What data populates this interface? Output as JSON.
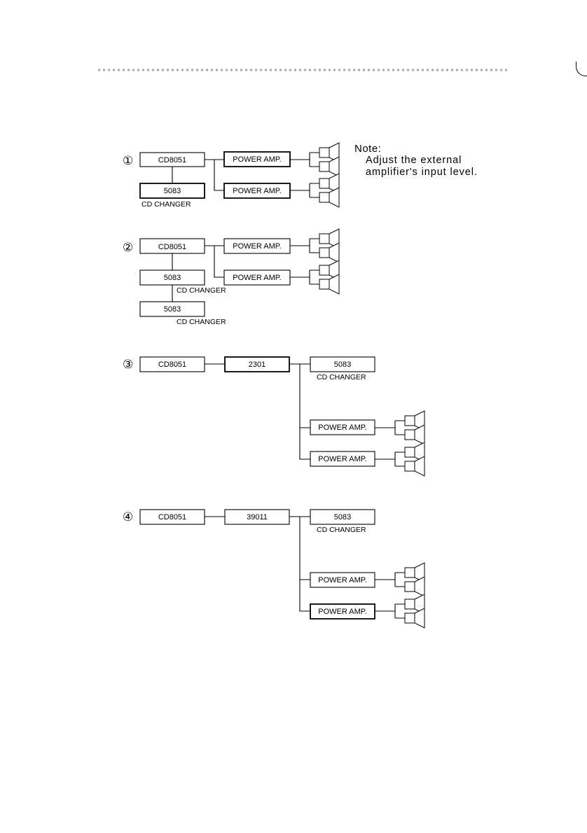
{
  "note": {
    "title": "Note:",
    "line1": "Adjust the external",
    "line2": "amplifier's input level."
  },
  "diagrams": [
    {
      "number": "①",
      "head_unit": "CD8051",
      "changers": [
        {
          "label": "5083",
          "caption": "CD CHANGER"
        }
      ],
      "amps": [
        "POWER AMP.",
        "POWER AMP."
      ]
    },
    {
      "number": "②",
      "head_unit": "CD8051",
      "changers": [
        {
          "label": "5083",
          "caption": "CD CHANGER"
        },
        {
          "label": "5083",
          "caption": "CD CHANGER"
        }
      ],
      "amps": [
        "POWER AMP.",
        "POWER AMP."
      ]
    },
    {
      "number": "③",
      "head_unit": "CD8051",
      "interface": "2301",
      "changers": [
        {
          "label": "5083",
          "caption": "CD CHANGER"
        }
      ],
      "amps": [
        "POWER AMP.",
        "POWER AMP."
      ]
    },
    {
      "number": "④",
      "head_unit": "CD8051",
      "interface": "39011",
      "changers": [
        {
          "label": "5083",
          "caption": "CD CHANGER"
        }
      ],
      "amps": [
        "POWER AMP.",
        "POWER AMP."
      ]
    }
  ]
}
